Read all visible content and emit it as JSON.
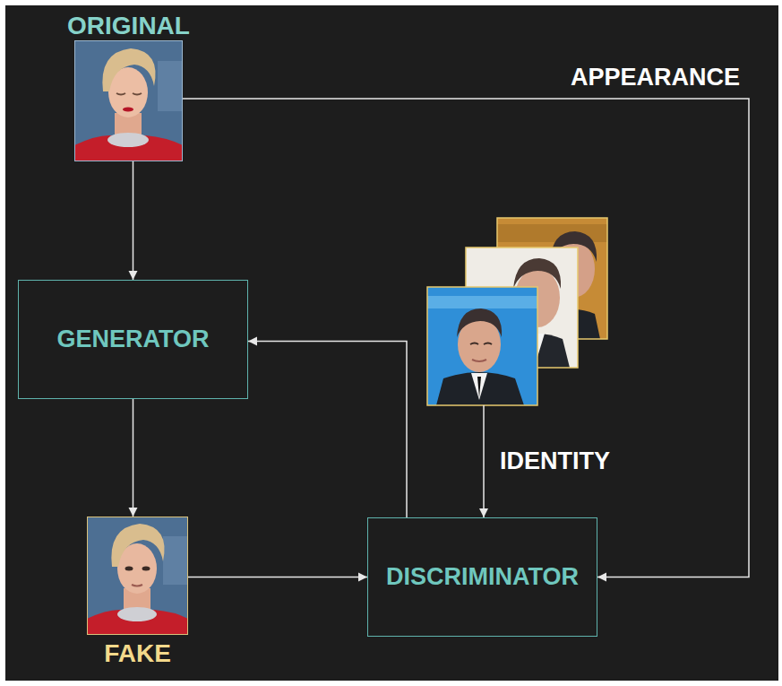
{
  "diagram": {
    "nodes": [
      {
        "text": [
          "ORIGINAL"
        ]
      },
      {
        "text": [
          "GENERATOR"
        ]
      },
      {
        "text": []
      },
      {
        "text": [
          "FAKE"
        ]
      },
      {
        "text": [
          "DISCRIMINATOR"
        ]
      }
    ],
    "edges": [
      {
        "from": 0,
        "to": 1,
        "arrow": "to"
      },
      {
        "from": 0,
        "to": 4,
        "label": "APPEARANCE",
        "arrow": "to"
      },
      {
        "from": 1,
        "to": 3,
        "arrow": "to"
      },
      {
        "from": 3,
        "to": 4,
        "arrow": "to"
      },
      {
        "from": 4,
        "to": 1,
        "arrow": "to"
      },
      {
        "from": 2,
        "to": 4,
        "label": "IDENTITY",
        "arrow": "to"
      }
    ]
  }
}
